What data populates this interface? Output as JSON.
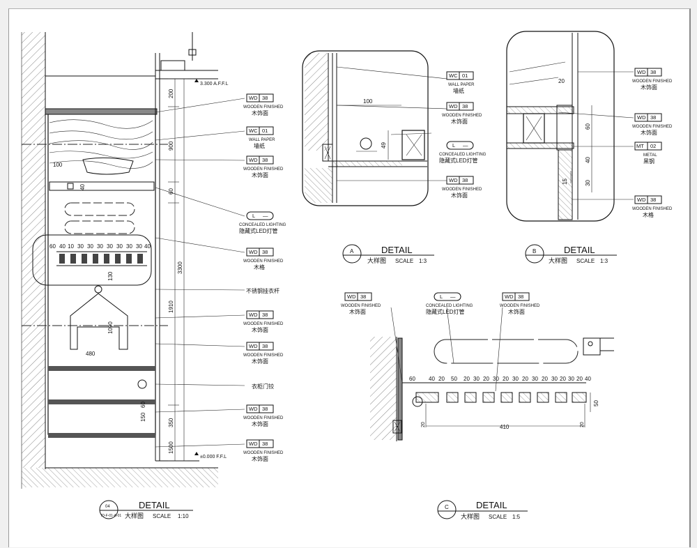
{
  "drawing_04": {
    "tag_number": "04",
    "tag_ref": "ID-F-01-A-01",
    "title": "DETAIL",
    "title_cn": "大样图",
    "scale_label": "SCALE",
    "scale_value": "1:10",
    "level_top": "3.300 A.F.F.L",
    "level_bottom": "±0.000 F.F.L",
    "dims_vertical": [
      "200",
      "900",
      "3300",
      "1910",
      "1090",
      "130",
      "150",
      "1500",
      "350",
      "60",
      "40",
      "60"
    ],
    "dims_horizontal": [
      "100",
      "480",
      "60",
      "40",
      "10",
      "30",
      "30",
      "30",
      "30",
      "30",
      "30",
      "30",
      "40"
    ],
    "callouts": [
      {
        "code": "WD",
        "num": "38",
        "en": "WOODEN FINISHED",
        "cn": "木饰面"
      },
      {
        "code": "WC",
        "num": "01",
        "en": "WALL PAPER",
        "cn": "墙纸"
      },
      {
        "code": "WD",
        "num": "38",
        "en": "WOODEN FINISHED",
        "cn": "木饰面"
      },
      {
        "code": "L",
        "num": "—",
        "en": "CONCEALED LIGHTING",
        "cn": "隐藏式LED灯管"
      },
      {
        "code": "WD",
        "num": "38",
        "en": "WOODEN FINISHED",
        "cn": "木格"
      },
      {
        "code": "",
        "num": "",
        "en": "",
        "cn": "不锈钢挂衣杆"
      },
      {
        "code": "WD",
        "num": "38",
        "en": "WOODEN FINISHED",
        "cn": "木饰面"
      },
      {
        "code": "WD",
        "num": "38",
        "en": "WOODEN FINISHED",
        "cn": "木饰面"
      },
      {
        "code": "",
        "num": "",
        "en": "",
        "cn": "衣柜门铰"
      },
      {
        "code": "WD",
        "num": "38",
        "en": "WOODEN FINISHED",
        "cn": "木饰面"
      },
      {
        "code": "WD",
        "num": "38",
        "en": "WOODEN FINISHED",
        "cn": "木饰面"
      }
    ]
  },
  "detail_a": {
    "tag": "A",
    "title": "DETAIL",
    "title_cn": "大样图",
    "scale_label": "SCALE",
    "scale_value": "1:3",
    "dims": [
      "100",
      "49"
    ],
    "callouts": [
      {
        "code": "WC",
        "num": "01",
        "en": "WALL PAPER",
        "cn": "墙纸"
      },
      {
        "code": "WD",
        "num": "38",
        "en": "WOODEN FINISHED",
        "cn": "木饰面"
      },
      {
        "code": "L",
        "num": "—",
        "en": "CONCEALED LIGHTING",
        "cn": "隐藏式LED灯管"
      },
      {
        "code": "WD",
        "num": "38",
        "en": "WOODEN FINISHED",
        "cn": "木饰面"
      }
    ]
  },
  "detail_b": {
    "tag": "B",
    "title": "DETAIL",
    "title_cn": "大样图",
    "scale_label": "SCALE",
    "scale_value": "1:3",
    "dims": [
      "20",
      "60",
      "40",
      "15",
      "30"
    ],
    "callouts": [
      {
        "code": "WD",
        "num": "38",
        "en": "WOODEN FINISHED",
        "cn": "木饰面"
      },
      {
        "code": "WD",
        "num": "38",
        "en": "WOODEN FINISHED",
        "cn": "木饰面"
      },
      {
        "code": "MT",
        "num": "02",
        "en": "METAL",
        "cn": "黑钢"
      },
      {
        "code": "WD",
        "num": "38",
        "en": "WOODEN FINISHED",
        "cn": "木格"
      }
    ]
  },
  "detail_c": {
    "tag": "C",
    "title": "DETAIL",
    "title_cn": "大样图",
    "scale_label": "SCALE",
    "scale_value": "1:5",
    "dims_top": [
      "60",
      "40",
      "20",
      "50",
      "20",
      "30",
      "20",
      "30",
      "20",
      "30",
      "20",
      "30",
      "20",
      "30",
      "20",
      "30",
      "20",
      "40"
    ],
    "dim_width": "410",
    "dim_height": "50",
    "dim_left": "20",
    "dim_right": "20",
    "callouts": [
      {
        "code": "WD",
        "num": "38",
        "en": "WOODEN FINISHED",
        "cn": "木饰面"
      },
      {
        "code": "L",
        "num": "—",
        "en": "CONCEALED LIGHTING",
        "cn": "隐藏式LED灯管"
      },
      {
        "code": "WD",
        "num": "38",
        "en": "WOODEN FINISHED",
        "cn": "木饰面"
      }
    ]
  }
}
